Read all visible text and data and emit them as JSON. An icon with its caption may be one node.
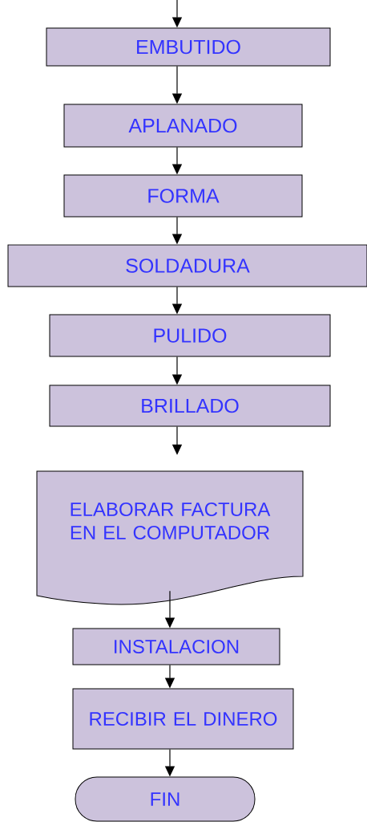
{
  "diagram": {
    "nodes": [
      {
        "text": [
          "EMBUTIDO"
        ]
      },
      {
        "text": [
          "APLANADO"
        ]
      },
      {
        "text": [
          "FORMA"
        ]
      },
      {
        "text": [
          "SOLDADURA"
        ]
      },
      {
        "text": [
          "PULIDO"
        ]
      },
      {
        "text": [
          "BRILLADO"
        ]
      },
      {
        "text": [
          "ELABORAR FACTURA EN EL COMPUTADOR"
        ]
      },
      {
        "text": [
          "INSTALACION"
        ]
      },
      {
        "text": [
          "RECIBIR EL DINERO"
        ]
      },
      {
        "text": [
          "FIN"
        ]
      }
    ],
    "edges": [
      {
        "from": null,
        "to": 0,
        "arrow": "to"
      },
      {
        "from": 0,
        "to": 1,
        "arrow": "to"
      },
      {
        "from": 1,
        "to": 2,
        "arrow": "to"
      },
      {
        "from": 2,
        "to": 3,
        "arrow": "to"
      },
      {
        "from": 3,
        "to": 4,
        "arrow": "to"
      },
      {
        "from": 4,
        "to": 5,
        "arrow": "to"
      },
      {
        "from": 5,
        "to": 6,
        "arrow": "to"
      },
      {
        "from": 6,
        "to": 7,
        "arrow": "to"
      },
      {
        "from": 7,
        "to": 8,
        "arrow": "to"
      },
      {
        "from": 8,
        "to": 9,
        "arrow": "to"
      }
    ]
  }
}
